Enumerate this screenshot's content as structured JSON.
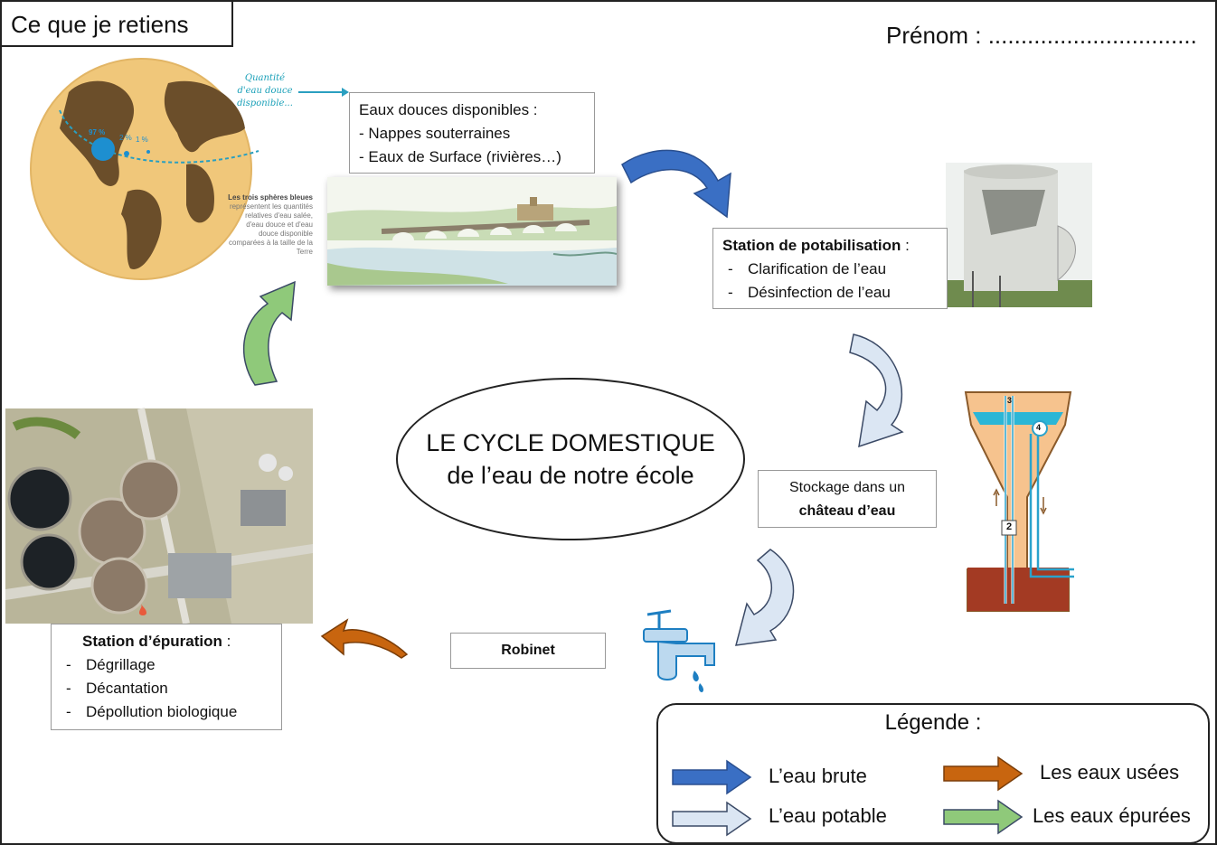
{
  "header": {
    "title": "Ce que je retiens",
    "prenom": "Prénom : ................................"
  },
  "globe": {
    "annotation": "Quantité d'eau douce disponible...",
    "percents": [
      "97 %",
      "2 %",
      "1 %"
    ],
    "caption_bold": "Les trois sphères bleues",
    "caption": "représentent les quantités relatives d'eau salée, d'eau douce et d'eau douce disponible comparées à la taille de la Terre"
  },
  "eaux_douces": {
    "title": "Eaux douces disponibles :",
    "items": [
      "- Nappes souterraines",
      "- Eaux de Surface (rivières…)"
    ]
  },
  "potabilisation": {
    "title": "Station de potabilisation",
    "suffix": " :",
    "items": [
      "Clarification de l’eau",
      "Désinfection de l’eau"
    ]
  },
  "stockage": {
    "line1": "Stockage dans un",
    "line2": "château d’eau"
  },
  "chateau_labels": [
    "3",
    "4",
    "2"
  ],
  "robinet": {
    "label": "Robinet"
  },
  "epuration": {
    "title": "Station d’épuration",
    "suffix": " :",
    "items": [
      "Dégrillage",
      "Décantation",
      "Dépollution biologique"
    ]
  },
  "center": {
    "line1": "LE CYCLE DOMESTIQUE",
    "line2": "de l’eau de notre école"
  },
  "legend": {
    "title": "Légende :",
    "items": [
      {
        "label": "L’eau brute",
        "color": "#3a6fc4"
      },
      {
        "label": "L’eau potable",
        "color": "#dbe6f3"
      },
      {
        "label": "Les eaux usées",
        "color": "#c8650f"
      },
      {
        "label": "Les eaux épurées",
        "color": "#8fc97a"
      }
    ]
  },
  "colors": {
    "brute": "#3a6fc4",
    "potable": "#dbe6f3",
    "usees": "#c8650f",
    "epurees": "#8fc97a",
    "arrow_stroke": "#3b4a66"
  }
}
